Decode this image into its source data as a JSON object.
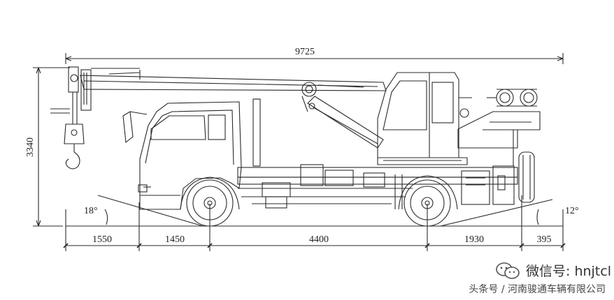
{
  "dimensions": {
    "overall_length": "9725",
    "overall_height": "3340",
    "front_overhang": "1550",
    "front_to_axle": "1450",
    "wheelbase": "4400",
    "rear_section": "1930",
    "rear_overhang": "395"
  },
  "angles": {
    "approach": "18°",
    "departure": "12°"
  },
  "watermark": {
    "wechat_label": "微信号: hnjtcl",
    "source": "头条号 / 河南骏通车辆有限公司"
  },
  "colors": {
    "line": "#2a2a2a",
    "background": "#ffffff"
  },
  "icons": [
    "wechat-icon"
  ]
}
